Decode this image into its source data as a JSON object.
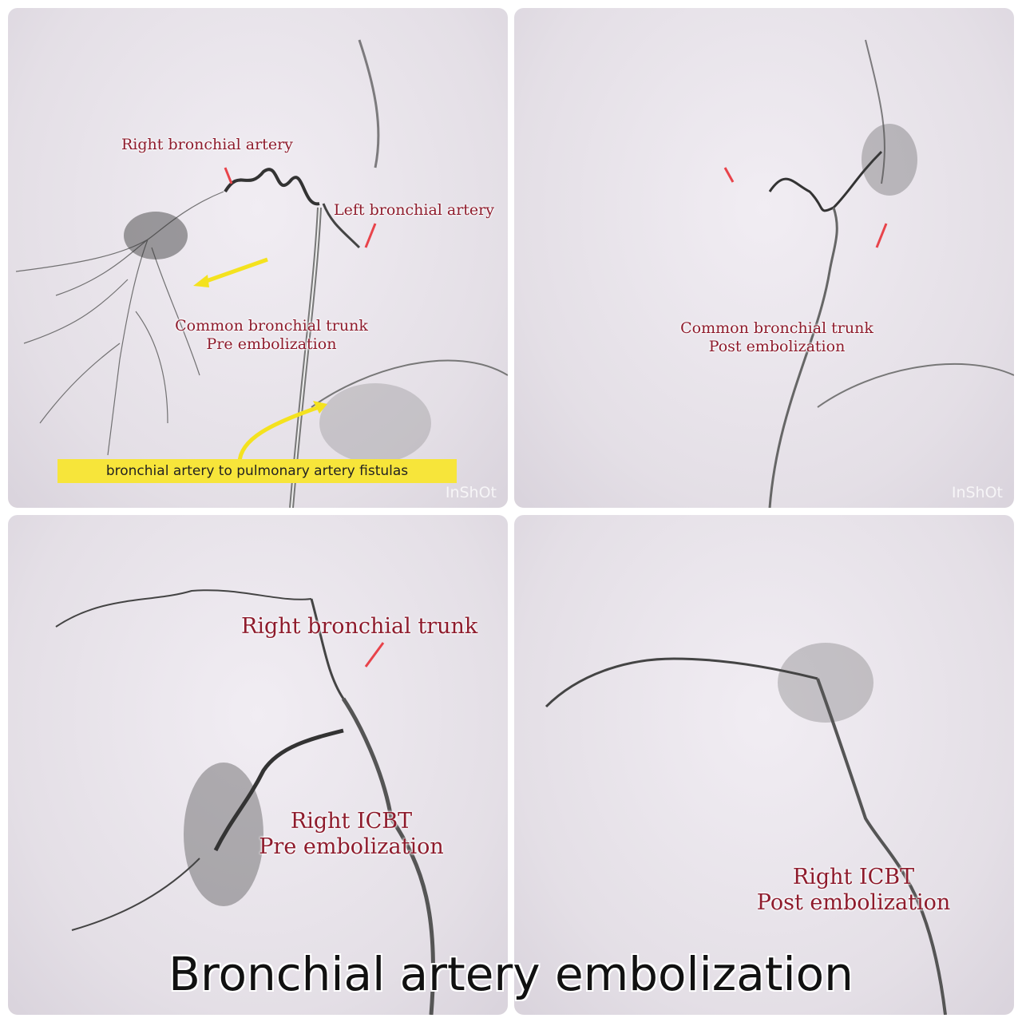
{
  "title": "Bronchial artery embolization",
  "watermark": "InShOt",
  "panels": [
    {
      "labels": {
        "right_bronchial": "Right bronchial artery",
        "left_bronchial": "Left bronchial artery",
        "caption_line1": "Common bronchial trunk",
        "caption_line2": "Pre embolization",
        "highlight": "bronchial artery to pulmonary artery fistulas"
      }
    },
    {
      "labels": {
        "caption_line1": "Common bronchial trunk",
        "caption_line2": "Post embolization"
      }
    },
    {
      "labels": {
        "trunk": "Right bronchial trunk",
        "caption_line1": "Right ICBT",
        "caption_line2": "Pre embolization"
      }
    },
    {
      "labels": {
        "caption_line1": "Right ICBT",
        "caption_line2": "Post embolization"
      }
    }
  ],
  "colors": {
    "label": "#8e1b2c",
    "arrow_red": "#e8434a",
    "arrow_yellow": "#f4e21e",
    "highlight": "#f7e53a"
  }
}
